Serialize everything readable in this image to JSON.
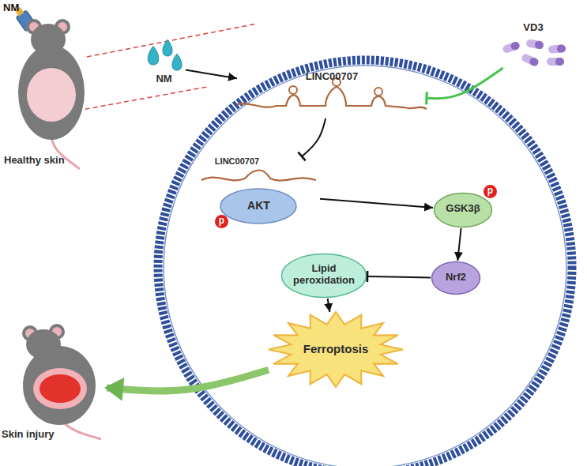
{
  "diagram": {
    "nodes": [
      {
        "text": [
          "Healthy skin"
        ]
      },
      {
        "text": [
          "NM"
        ]
      },
      {
        "text": [
          "LINC00707"
        ]
      },
      {
        "text": [
          "VD3"
        ]
      },
      {
        "text": [
          "LINC00707",
          "AKT"
        ]
      },
      {
        "text": [
          "GSK3β"
        ]
      },
      {
        "text": [
          "Lipid peroxidation"
        ]
      },
      {
        "text": [
          "Nrf2"
        ]
      },
      {
        "text": [
          "Ferroptosis"
        ]
      },
      {
        "text": [
          "Skin injury"
        ]
      }
    ],
    "edges": [
      {
        "from": 1,
        "to": 2,
        "arrow": "to"
      },
      {
        "from": 3,
        "to": 2,
        "arrow": "to"
      },
      {
        "from": 2,
        "to": 4,
        "arrow": "to"
      },
      {
        "from": 4,
        "to": 5,
        "arrow": "to"
      },
      {
        "from": 5,
        "to": 7,
        "arrow": "to"
      },
      {
        "from": 7,
        "to": 6,
        "arrow": "to"
      },
      {
        "from": 6,
        "to": 8,
        "arrow": "to"
      },
      {
        "from": 8,
        "to": 9,
        "arrow": "to"
      }
    ],
    "labels": [
      "NM",
      "p",
      "p"
    ]
  }
}
